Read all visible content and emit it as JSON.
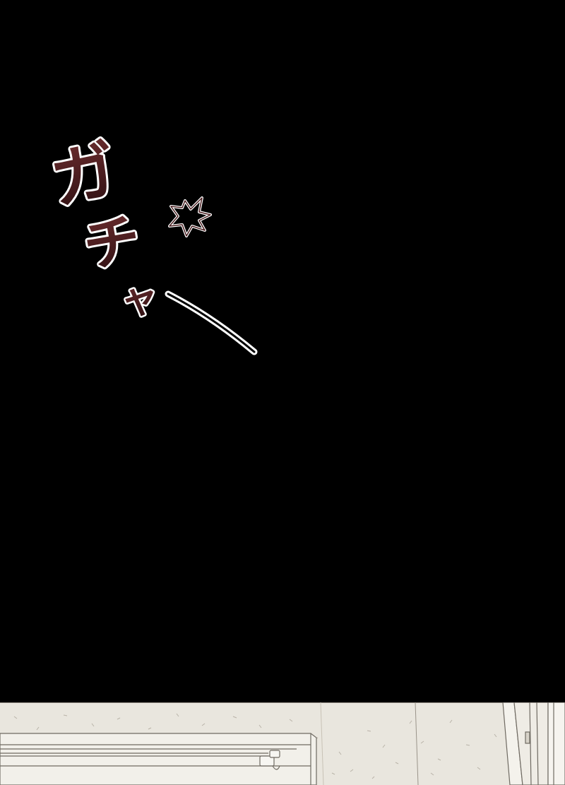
{
  "sfx": {
    "chars": [
      "ガ",
      "チ",
      "ャ"
    ]
  },
  "colors": {
    "background": "#000000",
    "sfx_fill": "#4a1e20",
    "sfx_outline": "#ffffff",
    "wall": "#e9e6de",
    "ceiling_trim": "#f2f0ea",
    "line_art": "#6f6a62"
  }
}
